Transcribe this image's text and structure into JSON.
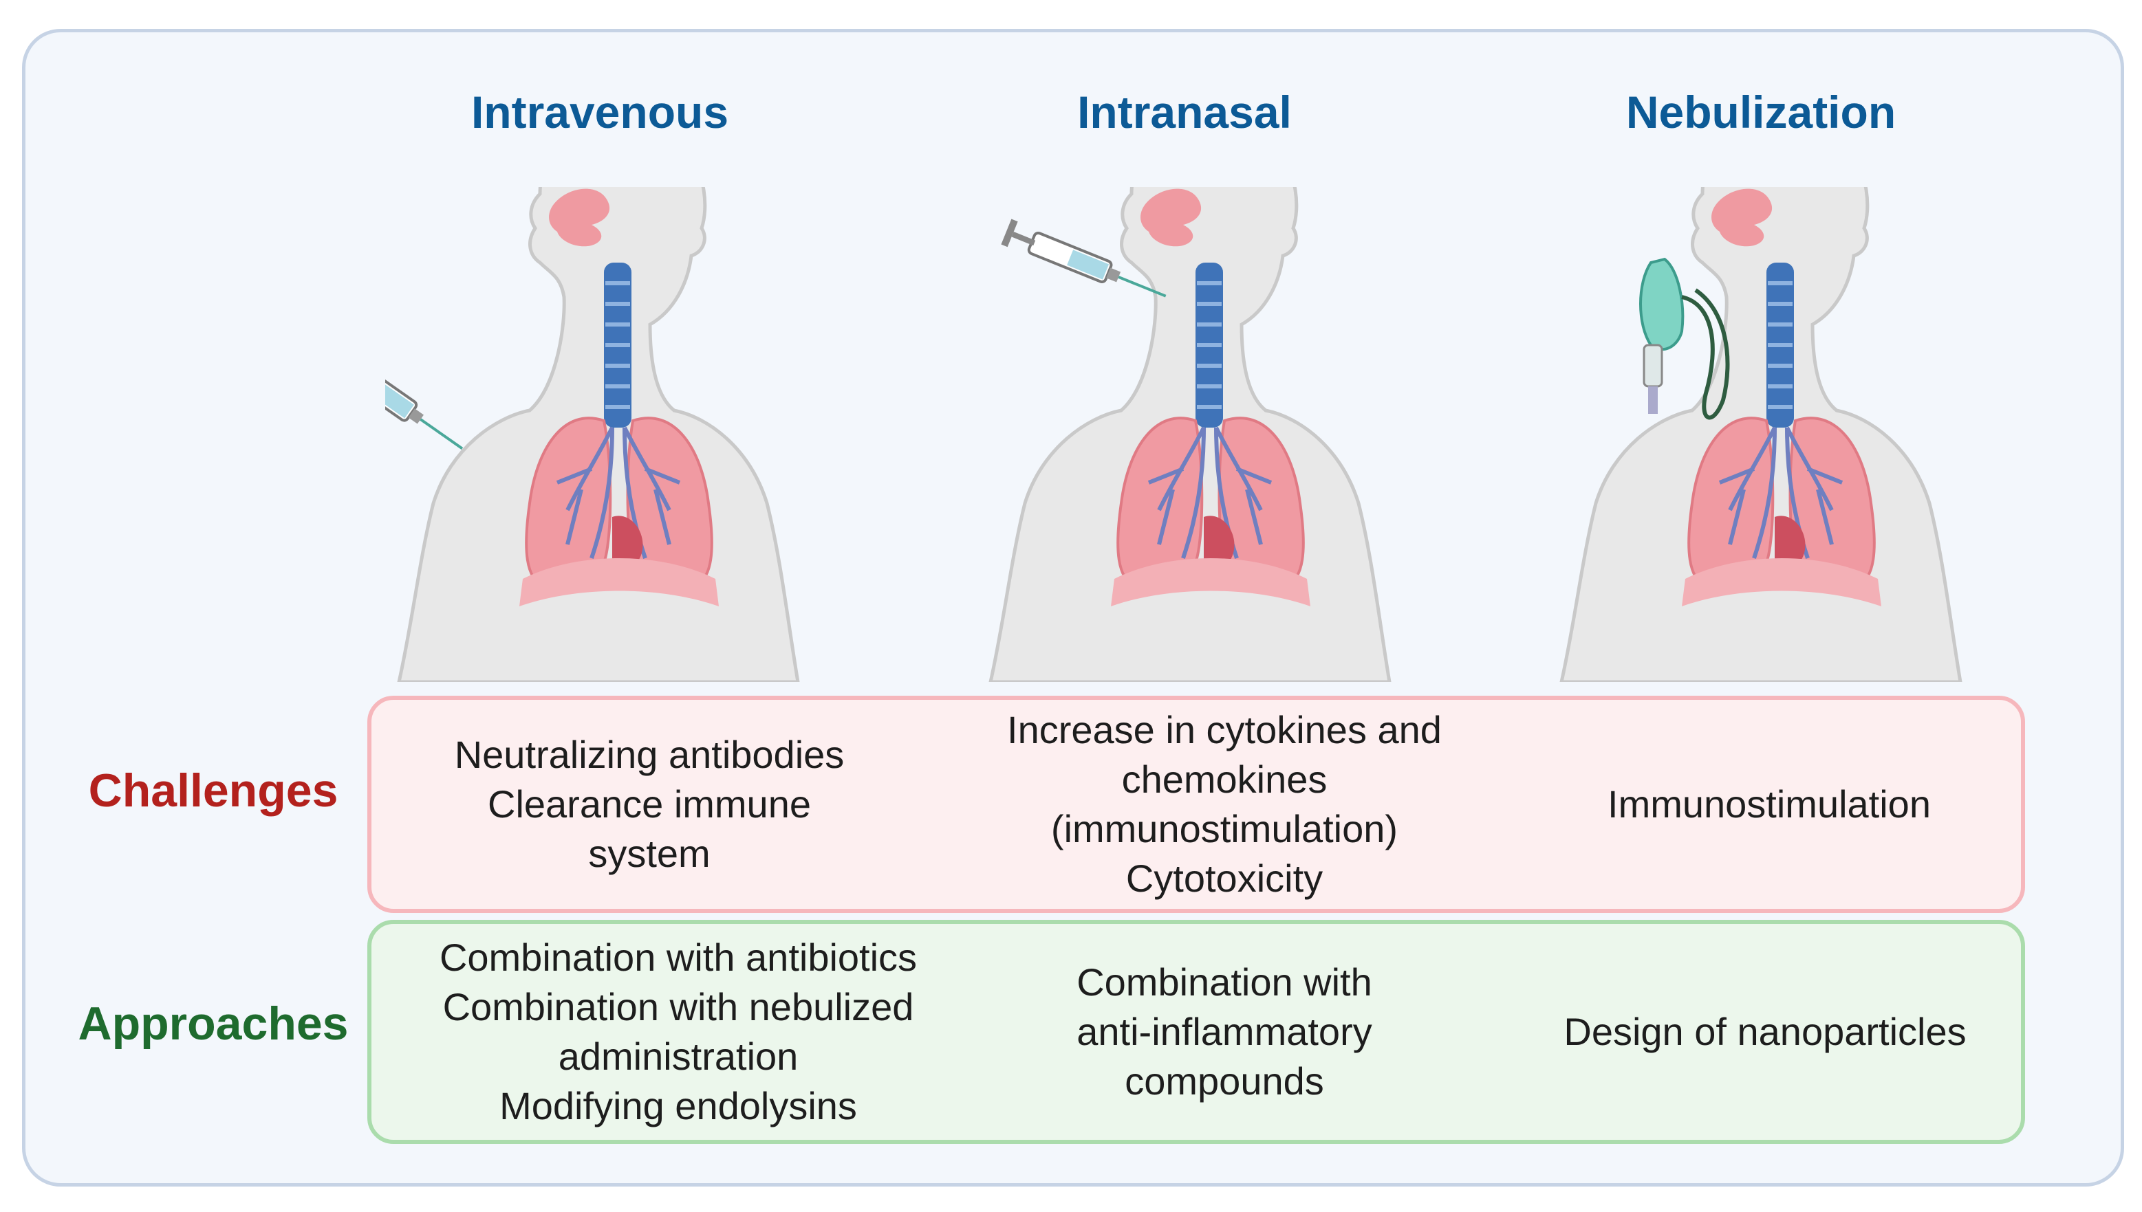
{
  "columns": [
    {
      "title": "Intravenous",
      "route_icon": "syringe-arm-icon"
    },
    {
      "title": "Intranasal",
      "route_icon": "syringe-nose-icon"
    },
    {
      "title": "Nebulization",
      "route_icon": "nebulizer-mask-icon"
    }
  ],
  "rows": {
    "challenges": {
      "label": "Challenges",
      "cells": [
        [
          "Neutralizing antibodies",
          "Clearance immune",
          "system"
        ],
        [
          "Increase in cytokines and",
          "chemokines",
          "(immunostimulation)",
          "Cytotoxicity"
        ],
        [
          "Immunostimulation"
        ]
      ]
    },
    "approaches": {
      "label": "Approaches",
      "cells": [
        [
          "Combination with antibiotics",
          "Combination with nebulized",
          "administration",
          "Modifying endolysins"
        ],
        [
          "Combination with",
          "anti-inflammatory",
          "compounds"
        ],
        [
          "Design of nanoparticles"
        ]
      ]
    }
  },
  "colors": {
    "title": "#0c5a96",
    "challenges": "#b3211d",
    "approaches": "#1e6b2e",
    "challenges_fill": "#fdeff0",
    "challenges_border": "#f6b7bc",
    "approaches_fill": "#ecf7ec",
    "approaches_border": "#aadcac"
  }
}
